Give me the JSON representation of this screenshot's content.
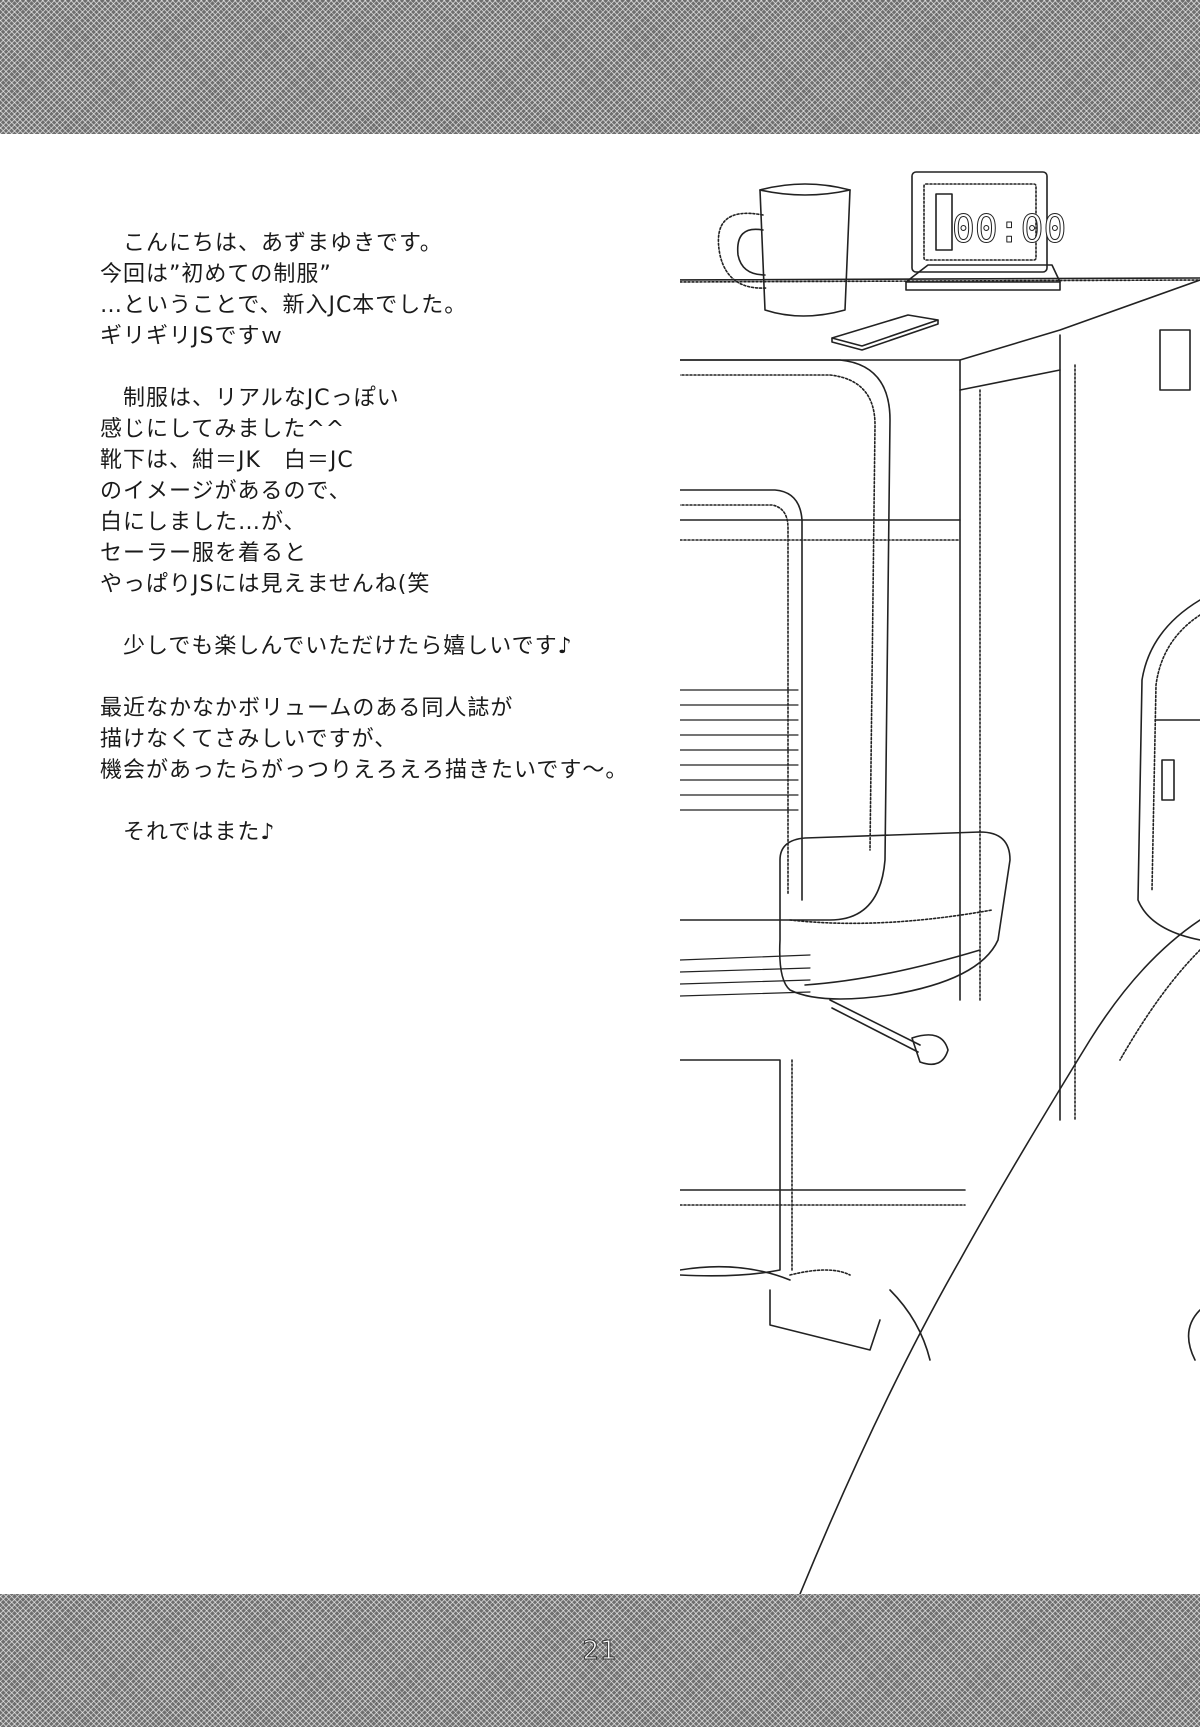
{
  "text": {
    "lines": [
      "　こんにちは、あずまゆきです。",
      "今回は”初めての制服”",
      "…ということで、新入JC本でした。",
      "ギリギリJSですｗ",
      "",
      "　制服は、リアルなJCっぽい",
      "感じにしてみました^^",
      "靴下は、紺＝JK　白＝JC",
      "のイメージがあるので、",
      "白にしました…が、",
      "セーラー服を着ると",
      "やっぱりJSには見えませんね(笑",
      "",
      "　少しでも楽しんでいただけたら嬉しいです♪",
      "",
      "最近なかなかボリュームのある同人誌が",
      "描けなくてさみしいですが、",
      "機会があったらがっつりえろえろ描きたいです～。",
      "",
      "　それではまた♪"
    ]
  },
  "illustration": {
    "clock_display": "00:00",
    "objects": [
      "mug-icon",
      "alarm-clock-icon",
      "smartphone-icon",
      "desk",
      "office-chair",
      "bag"
    ]
  },
  "page": {
    "number": "21"
  },
  "colors": {
    "band": "#6e6e6e",
    "ink": "#1a1a1a",
    "paper": "#ffffff"
  }
}
